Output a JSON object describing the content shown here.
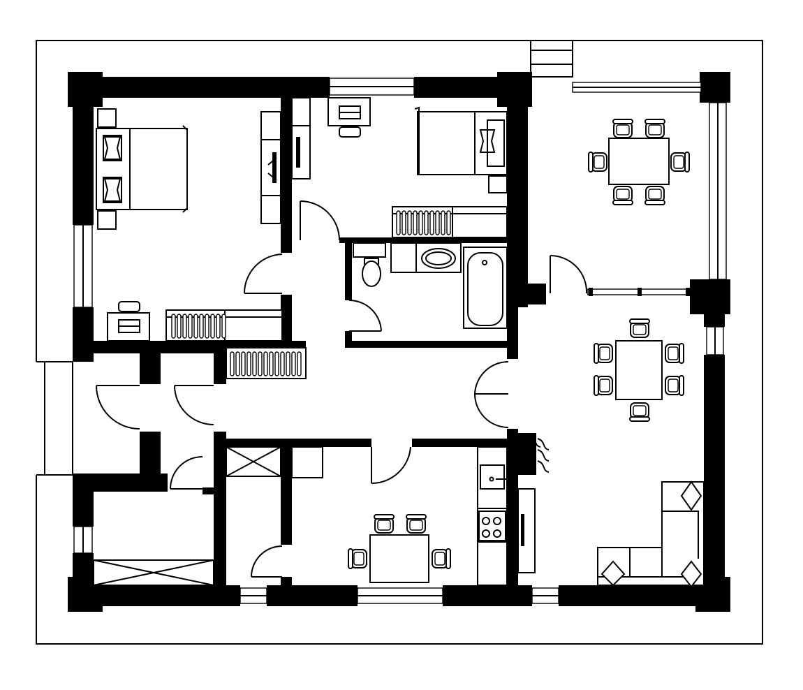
{
  "plan": {
    "colors": {
      "wall": "#000000",
      "background": "#ffffff"
    },
    "rooms": [
      {
        "id": "bedroom-1",
        "furniture": [
          "double-bed",
          "nightstand",
          "nightstand",
          "wardrobe",
          "desk",
          "chair",
          "radiator"
        ]
      },
      {
        "id": "bedroom-2",
        "furniture": [
          "double-bed",
          "nightstand",
          "desk",
          "chair",
          "wardrobe",
          "radiator"
        ]
      },
      {
        "id": "bathroom",
        "furniture": [
          "toilet",
          "sink",
          "bathtub"
        ]
      },
      {
        "id": "hallway",
        "furniture": [
          "radiator"
        ]
      },
      {
        "id": "kitchen",
        "furniture": [
          "dining-table",
          "chair",
          "chair",
          "chair",
          "chair",
          "sink",
          "stove",
          "counter",
          "fridge"
        ]
      },
      {
        "id": "living-room",
        "furniture": [
          "dining-table",
          "chair",
          "chair",
          "chair",
          "chair",
          "chair",
          "chair",
          "corner-sofa",
          "fireplace"
        ]
      },
      {
        "id": "sunroom",
        "furniture": [
          "dining-table",
          "chair",
          "chair",
          "chair",
          "chair",
          "chair",
          "chair"
        ]
      },
      {
        "id": "storage",
        "furniture": [
          "shelf"
        ]
      },
      {
        "id": "entrance",
        "furniture": []
      }
    ],
    "door_count": 10,
    "window_count": 9
  }
}
